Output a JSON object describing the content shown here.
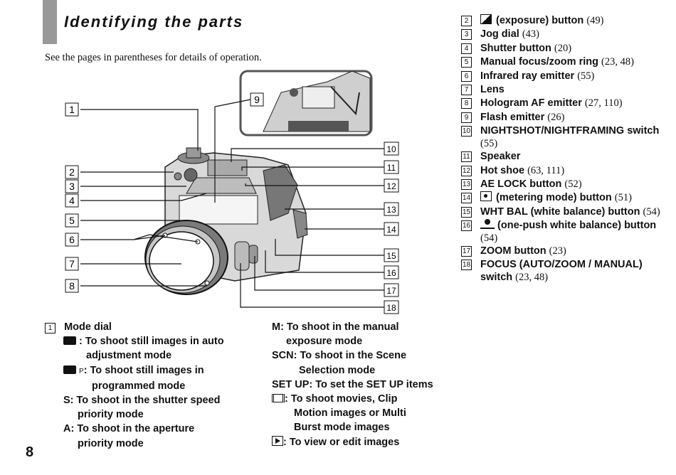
{
  "header": {
    "title": "Identifying the parts",
    "subtitle": "See the pages in parentheses for details of operation."
  },
  "page_number": "8",
  "callouts": [
    "1",
    "2",
    "3",
    "4",
    "5",
    "6",
    "7",
    "8",
    "9",
    "10",
    "11",
    "12",
    "13",
    "14",
    "15",
    "16",
    "17",
    "18"
  ],
  "legend": [
    {
      "n": "2",
      "icon": "exposure-icon",
      "label": "(exposure) button",
      "pages": "(49)"
    },
    {
      "n": "3",
      "label": "Jog dial",
      "pages": "(43)"
    },
    {
      "n": "4",
      "label": "Shutter button",
      "pages": "(20)"
    },
    {
      "n": "5",
      "label": "Manual focus/zoom ring",
      "pages": "(23, 48)"
    },
    {
      "n": "6",
      "label": "Infrared ray emitter",
      "pages": "(55)"
    },
    {
      "n": "7",
      "label": "Lens",
      "pages": ""
    },
    {
      "n": "8",
      "label": "Hologram AF emitter",
      "pages": "(27, 110)"
    },
    {
      "n": "9",
      "label": "Flash emitter",
      "pages": "(26)"
    },
    {
      "n": "10",
      "label": "NIGHTSHOT/NIGHTFRAMING switch",
      "pages": "(55)"
    },
    {
      "n": "11",
      "label": "Speaker",
      "pages": ""
    },
    {
      "n": "12",
      "label": "Hot shoe",
      "pages": "(63, 111)"
    },
    {
      "n": "13",
      "label": "AE LOCK button",
      "pages": "(52)"
    },
    {
      "n": "14",
      "icon": "metering-icon",
      "label": "(metering mode) button",
      "pages": "(51)"
    },
    {
      "n": "15",
      "label": "WHT BAL (white balance) button",
      "pages": "(54)"
    },
    {
      "n": "16",
      "icon": "one-push-wb-icon",
      "label": "(one-push white balance) button",
      "pages": "(54)"
    },
    {
      "n": "17",
      "label": "ZOOM button",
      "pages": "(23)"
    },
    {
      "n": "18",
      "label": "FOCUS (AUTO/ZOOM / MANUAL) switch",
      "pages": "(23, 48)"
    }
  ],
  "mode_dial": {
    "n": "1",
    "heading": "Mode dial",
    "auto": {
      "icon": "camera-icon",
      "text": ": To shoot still images in auto",
      "text2": "adjustment mode"
    },
    "program": {
      "icon": "camera-p-icon",
      "text": ": To shoot still images in",
      "text2": "programmed mode"
    },
    "s": {
      "text": "S: To shoot in the shutter speed",
      "text2": "priority mode"
    },
    "a": {
      "text": "A: To shoot in the aperture",
      "text2": "priority mode"
    },
    "m": {
      "text": "M: To shoot in the manual",
      "text2": "exposure mode"
    },
    "scn": {
      "text": "SCN: To shoot in the Scene",
      "text2": "Selection mode"
    },
    "setup": {
      "text": "SET UP: To set the SET UP items"
    },
    "movie": {
      "icon": "movie-icon",
      "text": ": To shoot movies, Clip",
      "text2": "Motion images or Multi",
      "text3": "Burst mode images"
    },
    "play": {
      "icon": "play-icon",
      "text": ": To view or edit images"
    }
  }
}
